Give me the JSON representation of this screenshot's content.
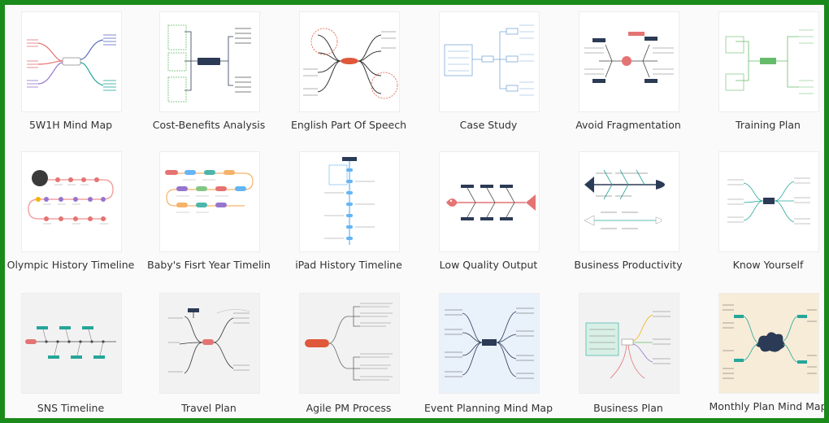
{
  "frame_color": "#1a8a1a",
  "templates": [
    {
      "label": "5W1H Mind Map",
      "icon": "mind-map-thumbnail"
    },
    {
      "label": "Cost-Benefits Analysis",
      "icon": "mind-map-thumbnail"
    },
    {
      "label": "English Part Of Speech",
      "icon": "mind-map-thumbnail"
    },
    {
      "label": "Case Study",
      "icon": "tree-diagram-thumbnail"
    },
    {
      "label": "Avoid Fragmentation",
      "icon": "fishbone-thumbnail"
    },
    {
      "label": "Training Plan",
      "icon": "tree-diagram-thumbnail"
    },
    {
      "label": "Olympic History Timeline",
      "icon": "timeline-thumbnail"
    },
    {
      "label": "Baby's Fisrt Year Timelin",
      "icon": "timeline-thumbnail"
    },
    {
      "label": "iPad History Timeline",
      "icon": "vertical-timeline-thumbnail"
    },
    {
      "label": "Low Quality Output",
      "icon": "fishbone-thumbnail"
    },
    {
      "label": "Business Productivity",
      "icon": "fishbone-thumbnail"
    },
    {
      "label": "Know Yourself",
      "icon": "mind-map-thumbnail"
    },
    {
      "label": "SNS Timeline",
      "icon": "timeline-thumbnail"
    },
    {
      "label": "Travel Plan",
      "icon": "mind-map-thumbnail"
    },
    {
      "label": "Agile PM Process",
      "icon": "mind-map-thumbnail"
    },
    {
      "label": "Event Planning Mind Map",
      "icon": "mind-map-thumbnail"
    },
    {
      "label": "Business Plan",
      "icon": "mind-map-thumbnail"
    },
    {
      "label": "Monthly Plan Mind Map",
      "icon": "mind-map-thumbnail"
    }
  ]
}
